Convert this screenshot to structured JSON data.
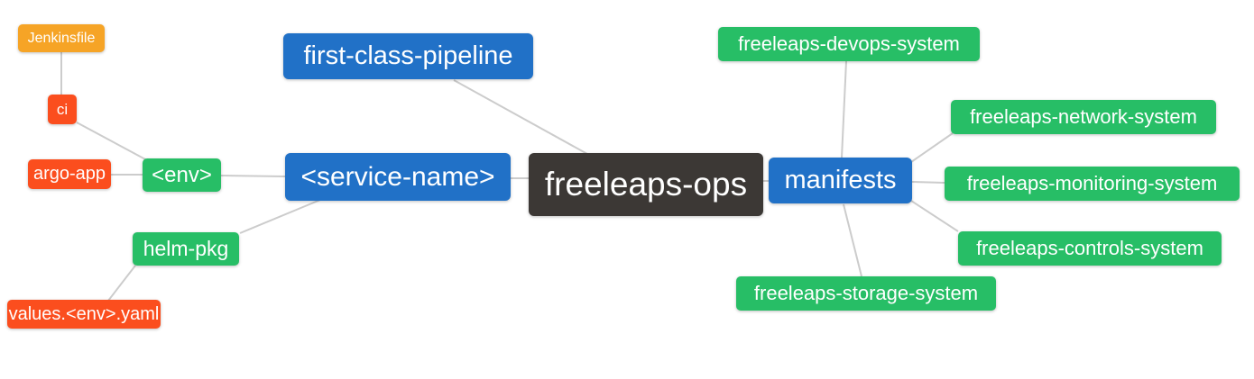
{
  "diagram": {
    "type": "mindmap",
    "root": "freeleaps-ops",
    "nodes": {
      "freeleaps_ops": {
        "label": "freeleaps-ops",
        "color": "#3C3835"
      },
      "first_class_pipeline": {
        "label": "first-class-pipeline",
        "color": "#2171C7"
      },
      "service_name": {
        "label": "<service-name>",
        "color": "#2171C7"
      },
      "manifests": {
        "label": "manifests",
        "color": "#2171C7"
      },
      "env": {
        "label": "<env>",
        "color": "#27BE66"
      },
      "helm_pkg": {
        "label": "helm-pkg",
        "color": "#27BE66"
      },
      "ci": {
        "label": "ci",
        "color": "#FB4E1E"
      },
      "argo_app": {
        "label": "argo-app",
        "color": "#FB4E1E"
      },
      "values_env_yaml": {
        "label": "values.<env>.yaml",
        "color": "#FB4E1E"
      },
      "jenkinsfile": {
        "label": "Jenkinsfile",
        "color": "#F6A426"
      },
      "devops_system": {
        "label": "freeleaps-devops-system",
        "color": "#27BE66"
      },
      "network_system": {
        "label": "freeleaps-network-system",
        "color": "#27BE66"
      },
      "monitoring_system": {
        "label": "freeleaps-monitoring-system",
        "color": "#27BE66"
      },
      "controls_system": {
        "label": "freeleaps-controls-system",
        "color": "#27BE66"
      },
      "storage_system": {
        "label": "freeleaps-storage-system",
        "color": "#27BE66"
      }
    },
    "edges": [
      {
        "from": "freeleaps-ops",
        "to": "first-class-pipeline"
      },
      {
        "from": "freeleaps-ops",
        "to": "<service-name>"
      },
      {
        "from": "freeleaps-ops",
        "to": "manifests"
      },
      {
        "from": "<service-name>",
        "to": "<env>"
      },
      {
        "from": "<service-name>",
        "to": "helm-pkg"
      },
      {
        "from": "<env>",
        "to": "ci"
      },
      {
        "from": "<env>",
        "to": "argo-app"
      },
      {
        "from": "ci",
        "to": "Jenkinsfile"
      },
      {
        "from": "helm-pkg",
        "to": "values.<env>.yaml"
      },
      {
        "from": "manifests",
        "to": "freeleaps-devops-system"
      },
      {
        "from": "manifests",
        "to": "freeleaps-network-system"
      },
      {
        "from": "manifests",
        "to": "freeleaps-monitoring-system"
      },
      {
        "from": "manifests",
        "to": "freeleaps-controls-system"
      },
      {
        "from": "manifests",
        "to": "freeleaps-storage-system"
      }
    ],
    "palette": {
      "root_bg": "#3C3835",
      "branch_bg": "#2171C7",
      "green_bg": "#27BE66",
      "red_bg": "#FB4E1E",
      "amber_bg": "#F6A426",
      "link": "#CCCCCC",
      "text": "#FFFFFF",
      "background": "#FFFFFF"
    }
  }
}
